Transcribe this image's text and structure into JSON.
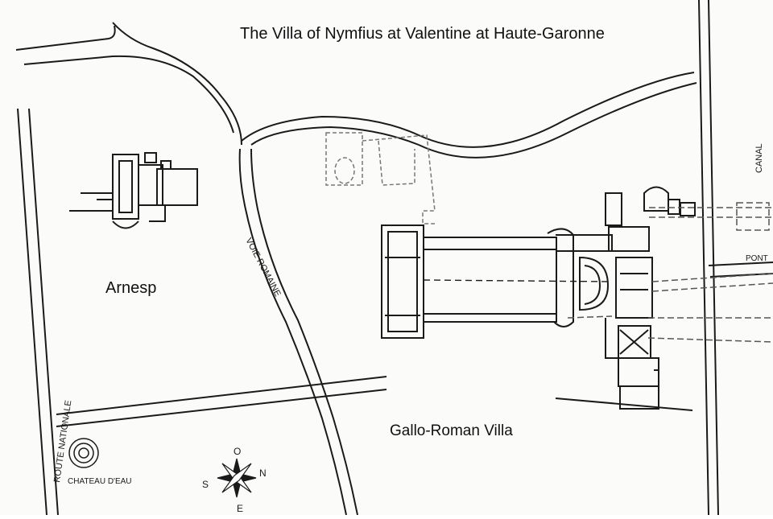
{
  "title": "The Villa of Nymfius at Valentine at Haute-Garonne",
  "places": {
    "arnesp": "Arnesp",
    "gallo_roman_villa": "Gallo-Roman Villa"
  },
  "roads": {
    "voie_romaine": "VOIE ROMAINE",
    "route_nationale": "ROUTE NATIONALE",
    "canal": "CANAL",
    "pont": "PONT"
  },
  "features": {
    "chateau_deau": "CHATEAU D'EAU"
  },
  "compass": {
    "north": "N",
    "south": "S",
    "east": "E",
    "west": "O"
  },
  "colors": {
    "ink": "#1a1a1a",
    "paper": "#fbfbfa"
  }
}
